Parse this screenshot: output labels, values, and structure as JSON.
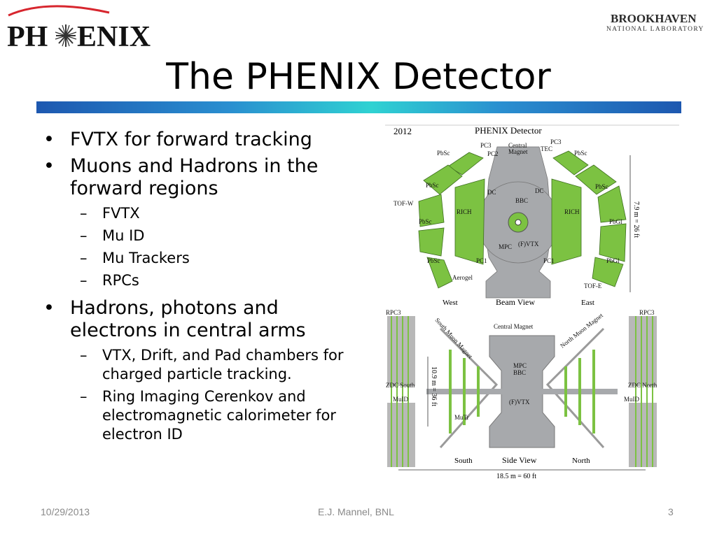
{
  "logo_left": {
    "prefix": "PH",
    "suffix": "ENIX"
  },
  "logo_right": {
    "line1": "BROOKHAVEN",
    "line2": "NATIONAL LABORATORY"
  },
  "slide": {
    "title": "The PHENIX Detector",
    "bullets": [
      {
        "text": "FVTX for forward tracking"
      },
      {
        "text": "Muons and Hadrons in the forward regions",
        "sub": [
          "FVTX",
          "Mu ID",
          "Mu Trackers",
          "RPCs"
        ]
      },
      {
        "text": "Hadrons, photons and electrons in central arms",
        "sub": [
          "VTX, Drift, and Pad chambers for charged particle tracking.",
          "Ring Imaging Cerenkov and electromagnetic calorimeter for electron ID"
        ]
      }
    ]
  },
  "beam_view": {
    "year": "2012",
    "title": "PHENIX Detector",
    "labels": {
      "pc3_left": "PC3",
      "pc2": "PC2",
      "central_magnet_1": "Central",
      "central_magnet_2": "Magnet",
      "pc3_right": "PC3",
      "tec": "TEC",
      "pbsc": "PbSc",
      "pbgl": "PbGl",
      "tof_w": "TOF-W",
      "dc": "DC",
      "rich": "RICH",
      "bbc": "BBC",
      "mpc": "MPC",
      "fvtx": "(F)VTX",
      "pc1": "PC1",
      "aerogel": "Aerogel",
      "tof_e": "TOF-E",
      "west": "West",
      "east": "East",
      "view": "Beam View",
      "height": "7.9 m = 26 ft"
    }
  },
  "side_view": {
    "labels": {
      "rpc3": "RPC3",
      "south_muon_magnet": "South Muon Magnet",
      "central_magnet": "Central Magnet",
      "north_muon_magnet": "North Muon Magnet",
      "mpc": "MPC",
      "bbc": "BBC",
      "zdc_south": "ZDC South",
      "zdc_north": "ZDC North",
      "muid": "MuID",
      "mutr": "MuTr",
      "fvtx": "(F)VTX",
      "south": "South",
      "north": "North",
      "view": "Side View",
      "height": "10.9 m = 36 ft",
      "width": "18.5 m = 60 ft"
    }
  },
  "footer": {
    "date": "10/29/2013",
    "author": "E.J. Mannel, BNL",
    "page": "3"
  },
  "colors": {
    "detector_green": "#7cc242",
    "steel_gray": "#a7a9ac",
    "logo_red": "#d7262e",
    "bar_start": "#1d58b0",
    "bar_mid": "#2fd2d2"
  }
}
